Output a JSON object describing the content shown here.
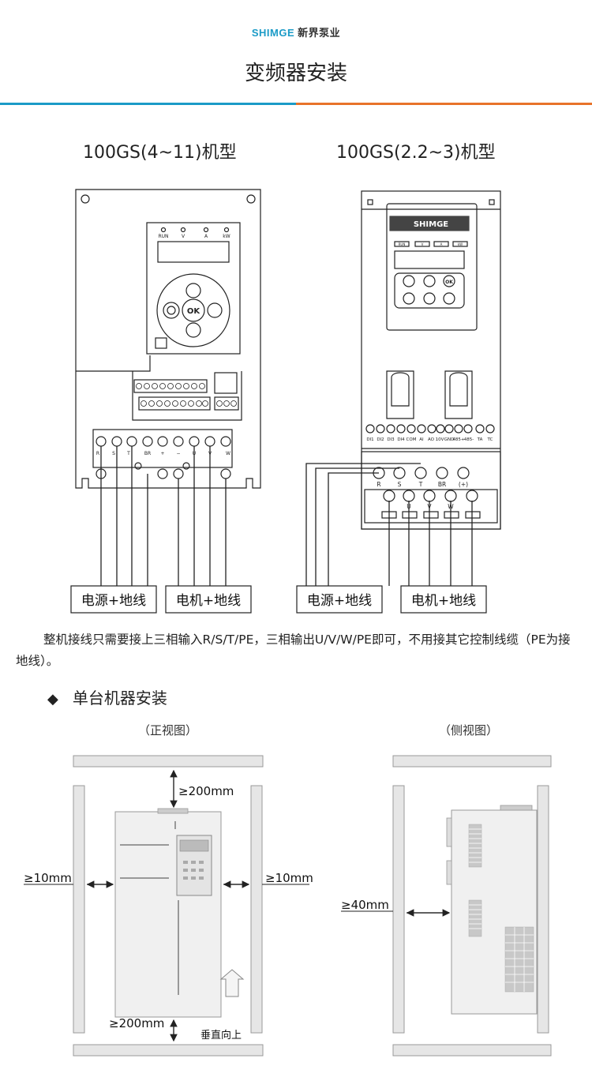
{
  "header": {
    "brand_en": "SHIMGE",
    "brand_cn": "新界泵业",
    "title": "变频器安装"
  },
  "models": {
    "left_title": "100GS(4~11)机型",
    "right_title": "100GS(2.2~3)机型"
  },
  "left_device": {
    "indicators": [
      "RUN",
      "V",
      "A",
      "kW"
    ],
    "ok_label": "OK",
    "terminals": [
      "R",
      "S",
      "T",
      "BR",
      "+",
      "−",
      "U",
      "V",
      "W"
    ],
    "power_label": "电源+地线",
    "motor_label": "电机+地线"
  },
  "right_device": {
    "brand": "SHIMGE",
    "indicators": [
      "RUN",
      "V",
      "A",
      "kW"
    ],
    "ok_label": "OK",
    "control_terminals": [
      "DI1",
      "DI2",
      "DI3",
      "DI4",
      "COM",
      "AI",
      "AO",
      "10V",
      "GND",
      "485+",
      "485-",
      "TA",
      "TC"
    ],
    "power_terminals": [
      "R",
      "S",
      "T",
      "BR",
      "(+)"
    ],
    "motor_terminals": [
      "U",
      "V",
      "W"
    ],
    "power_label": "电源+地线",
    "motor_label": "电机+地线"
  },
  "description": "整机接线只需要接上三相输入R/S/T/PE，三相输出U/V/W/PE即可，不用接其它控制线缆（PE为接地线）。",
  "section": {
    "bullet": "◆",
    "title": "单台机器安装"
  },
  "front_view": {
    "label": "（正视图）",
    "top_clearance": "≥200mm",
    "left_clearance": "≥10mm",
    "right_clearance": "≥10mm",
    "bottom_clearance": "≥200mm",
    "vertical_note": "垂直向上"
  },
  "side_view": {
    "label": "（侧视图）",
    "rear_clearance": "≥40mm"
  }
}
